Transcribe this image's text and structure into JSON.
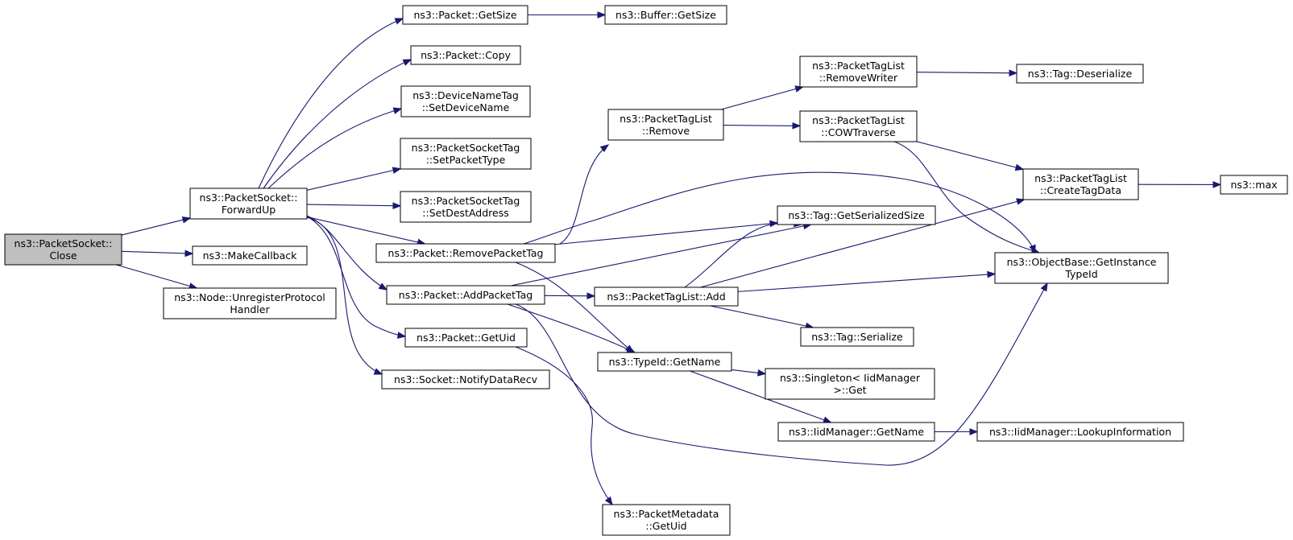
{
  "colors": {
    "edge": "#191970",
    "root_fill": "#bfbfbf",
    "node_fill": "#ffffff",
    "node_border": "#000000"
  },
  "nodes": [
    {
      "id": "close",
      "lines": [
        "ns3::PacketSocket::",
        "Close"
      ],
      "root": true
    },
    {
      "id": "forwardup",
      "lines": [
        "ns3::PacketSocket::",
        "ForwardUp"
      ]
    },
    {
      "id": "makecallback",
      "lines": [
        "ns3::MakeCallback"
      ]
    },
    {
      "id": "unregister",
      "lines": [
        "ns3::Node::UnregisterProtocol",
        "Handler"
      ]
    },
    {
      "id": "getsize",
      "lines": [
        "ns3::Packet::GetSize"
      ]
    },
    {
      "id": "buffergetsize",
      "lines": [
        "ns3::Buffer::GetSize"
      ]
    },
    {
      "id": "copy",
      "lines": [
        "ns3::Packet::Copy"
      ]
    },
    {
      "id": "setdevicename",
      "lines": [
        "ns3::DeviceNameTag",
        "::SetDeviceName"
      ]
    },
    {
      "id": "setpackettype",
      "lines": [
        "ns3::PacketSocketTag",
        "::SetPacketType"
      ]
    },
    {
      "id": "setdestaddress",
      "lines": [
        "ns3::PacketSocketTag",
        "::SetDestAddress"
      ]
    },
    {
      "id": "removepackettag",
      "lines": [
        "ns3::Packet::RemovePacketTag"
      ]
    },
    {
      "id": "addpackettag",
      "lines": [
        "ns3::Packet::AddPacketTag"
      ]
    },
    {
      "id": "getuid",
      "lines": [
        "ns3::Packet::GetUid"
      ]
    },
    {
      "id": "notifydatarecv",
      "lines": [
        "ns3::Socket::NotifyDataRecv"
      ]
    },
    {
      "id": "ptlremove",
      "lines": [
        "ns3::PacketTagList",
        "::Remove"
      ]
    },
    {
      "id": "removewriter",
      "lines": [
        "ns3::PacketTagList",
        "::RemoveWriter"
      ]
    },
    {
      "id": "cowtraverse",
      "lines": [
        "ns3::PacketTagList",
        "::COWTraverse"
      ]
    },
    {
      "id": "deserialize",
      "lines": [
        "ns3::Tag::Deserialize"
      ]
    },
    {
      "id": "createtagdata",
      "lines": [
        "ns3::PacketTagList",
        "::CreateTagData"
      ]
    },
    {
      "id": "max",
      "lines": [
        "ns3::max"
      ]
    },
    {
      "id": "getserializedsize",
      "lines": [
        "ns3::Tag::GetSerializedSize"
      ]
    },
    {
      "id": "getinstancetypeid",
      "lines": [
        "ns3::ObjectBase::GetInstance",
        "TypeId"
      ]
    },
    {
      "id": "ptladd",
      "lines": [
        "ns3::PacketTagList::Add"
      ]
    },
    {
      "id": "serialize",
      "lines": [
        "ns3::Tag::Serialize"
      ]
    },
    {
      "id": "typeidgetname",
      "lines": [
        "ns3::TypeId::GetName"
      ]
    },
    {
      "id": "singletonget",
      "lines": [
        "ns3::Singleton< IidManager",
        " >::Get"
      ]
    },
    {
      "id": "iidgetname",
      "lines": [
        "ns3::IidManager::GetName"
      ]
    },
    {
      "id": "lookupinfo",
      "lines": [
        "ns3::IidManager::LookupInformation"
      ]
    },
    {
      "id": "metadatagetuid",
      "lines": [
        "ns3::PacketMetadata",
        "::GetUid"
      ]
    }
  ],
  "edges": [
    {
      "from": "close",
      "to": "forwardup"
    },
    {
      "from": "close",
      "to": "makecallback"
    },
    {
      "from": "close",
      "to": "unregister"
    },
    {
      "from": "forwardup",
      "to": "getsize"
    },
    {
      "from": "forwardup",
      "to": "copy"
    },
    {
      "from": "forwardup",
      "to": "setdevicename"
    },
    {
      "from": "forwardup",
      "to": "setpackettype"
    },
    {
      "from": "forwardup",
      "to": "setdestaddress"
    },
    {
      "from": "forwardup",
      "to": "removepackettag"
    },
    {
      "from": "forwardup",
      "to": "addpackettag"
    },
    {
      "from": "forwardup",
      "to": "getuid"
    },
    {
      "from": "forwardup",
      "to": "notifydatarecv"
    },
    {
      "from": "getsize",
      "to": "buffergetsize"
    },
    {
      "from": "removepackettag",
      "to": "ptlremove"
    },
    {
      "from": "removepackettag",
      "to": "getserializedsize"
    },
    {
      "from": "removepackettag",
      "to": "getinstancetypeid"
    },
    {
      "from": "removepackettag",
      "to": "typeidgetname"
    },
    {
      "from": "addpackettag",
      "to": "ptladd"
    },
    {
      "from": "addpackettag",
      "to": "getserializedsize"
    },
    {
      "from": "addpackettag",
      "to": "typeidgetname"
    },
    {
      "from": "addpackettag",
      "to": "getinstancetypeid"
    },
    {
      "from": "getuid",
      "to": "metadatagetuid"
    },
    {
      "from": "ptlremove",
      "to": "removewriter"
    },
    {
      "from": "ptlremove",
      "to": "cowtraverse"
    },
    {
      "from": "removewriter",
      "to": "deserialize"
    },
    {
      "from": "cowtraverse",
      "to": "createtagdata"
    },
    {
      "from": "cowtraverse",
      "to": "getinstancetypeid"
    },
    {
      "from": "createtagdata",
      "to": "max"
    },
    {
      "from": "ptladd",
      "to": "createtagdata"
    },
    {
      "from": "ptladd",
      "to": "getserializedsize"
    },
    {
      "from": "ptladd",
      "to": "getinstancetypeid"
    },
    {
      "from": "ptladd",
      "to": "serialize"
    },
    {
      "from": "typeidgetname",
      "to": "singletonget"
    },
    {
      "from": "typeidgetname",
      "to": "iidgetname"
    },
    {
      "from": "iidgetname",
      "to": "lookupinfo"
    }
  ]
}
